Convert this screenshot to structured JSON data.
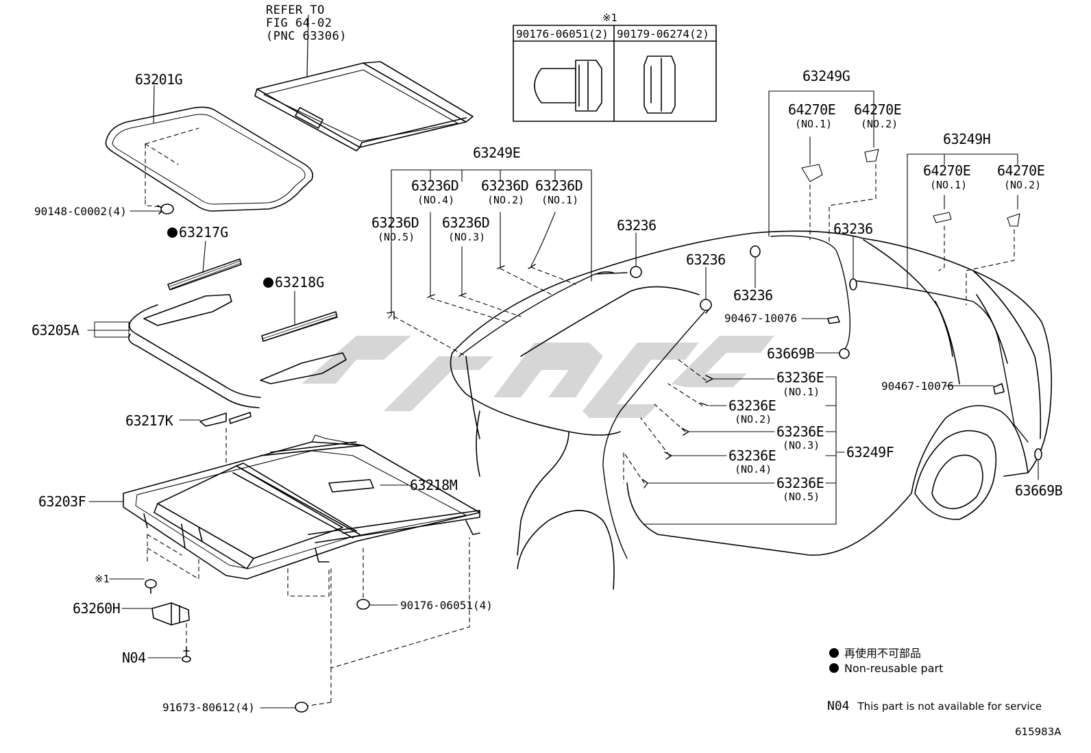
{
  "refer": {
    "line1": "REFER TO",
    "line2": "FIG 64-02",
    "line3": "(PNC 63306)"
  },
  "note_mark": "※1",
  "table": {
    "mark": "※1",
    "col1": "90176-06051(2)",
    "col2": "90179-06274(2)"
  },
  "labels": {
    "p63201G": "63201G",
    "p90148": "90148-C0002(4)",
    "p63217G": "63217G",
    "p63218G": "63218G",
    "p63205A": "63205A",
    "p63217K": "63217K",
    "p63203F": "63203F",
    "p63218M": "63218M",
    "mark1": "※1",
    "p63260H": "63260H",
    "pN04": "N04",
    "p90176": "90176-06051(4)",
    "p91673": "91673-80612(4)",
    "p63249E": "63249E",
    "p63236D_4": "63236D",
    "p63236D_4n": "(NO.4)",
    "p63236D_2": "63236D",
    "p63236D_2n": "(NO.2)",
    "p63236D_1": "63236D",
    "p63236D_1n": "(NO.1)",
    "p63236D_5": "63236D",
    "p63236D_5n": "(NO.5)",
    "p63236D_3": "63236D",
    "p63236D_3n": "(NO.3)",
    "p63236_a": "63236",
    "p63236_b": "63236",
    "p63236_c": "63236",
    "p63236_d": "63236",
    "p63249G": "63249G",
    "p64270E_g1": "64270E",
    "p64270E_g1n": "(NO.1)",
    "p64270E_g2": "64270E",
    "p64270E_g2n": "(NO.2)",
    "p63249H": "63249H",
    "p64270E_h1": "64270E",
    "p64270E_h1n": "(NO.1)",
    "p64270E_h2": "64270E",
    "p64270E_h2n": "(NO.2)",
    "p90467_a": "90467-10076",
    "p63669B_a": "63669B",
    "p90467_b": "90467-10076",
    "p63669B_b": "63669B",
    "p63236E_1": "63236E",
    "p63236E_1n": "(NO.1)",
    "p63236E_2": "63236E",
    "p63236E_2n": "(NO.2)",
    "p63236E_3": "63236E",
    "p63236E_3n": "(NO.3)",
    "p63236E_4": "63236E",
    "p63236E_4n": "(NO.4)",
    "p63236E_5": "63236E",
    "p63236E_5n": "(NO.5)",
    "p63249F": "63249F"
  },
  "legend": {
    "jp": "再使用不可部品",
    "en": "Non-reusable part",
    "n04_code": "N04",
    "n04_text": "This part is not available for service"
  },
  "figure_id": "615983A"
}
